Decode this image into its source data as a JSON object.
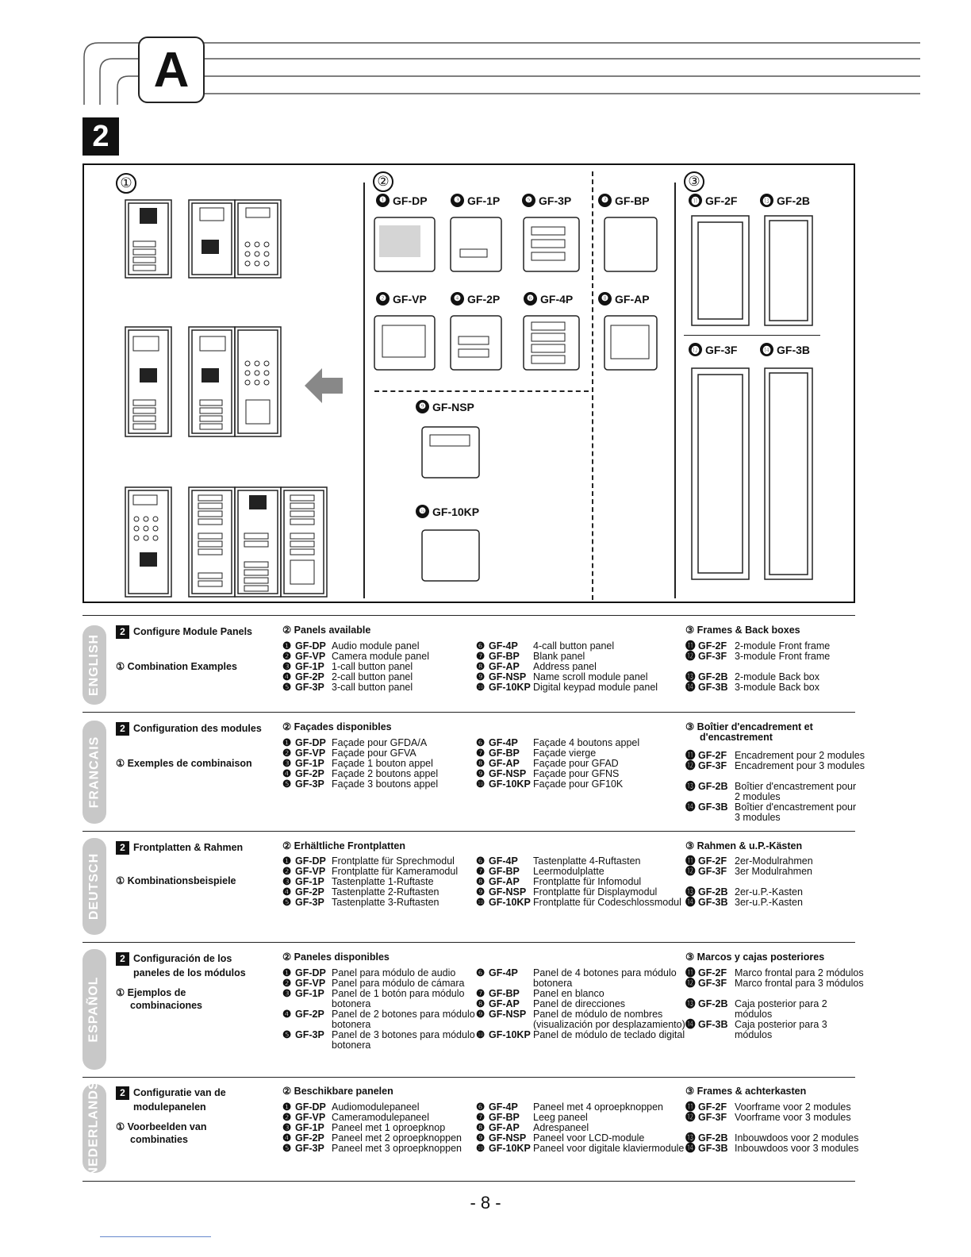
{
  "header": {
    "tab_letter": "A",
    "step": "2"
  },
  "figure": {
    "group1": "①",
    "group2": "②",
    "group3": "③",
    "panels": [
      {
        "n": "❶",
        "code": "GF-DP"
      },
      {
        "n": "❸",
        "code": "GF-1P"
      },
      {
        "n": "❺",
        "code": "GF-3P"
      },
      {
        "n": "❼",
        "code": "GF-BP"
      },
      {
        "n": "❷",
        "code": "GF-VP"
      },
      {
        "n": "❹",
        "code": "GF-2P"
      },
      {
        "n": "❻",
        "code": "GF-4P"
      },
      {
        "n": "❽",
        "code": "GF-AP"
      },
      {
        "n": "❾",
        "code": "GF-NSP"
      },
      {
        "n": "❿",
        "code": "GF-10KP"
      }
    ],
    "frames": [
      {
        "n": "⓫",
        "code": "GF-2F"
      },
      {
        "n": "⓭",
        "code": "GF-2B"
      },
      {
        "n": "⓬",
        "code": "GF-3F"
      },
      {
        "n": "⓮",
        "code": "GF-3B"
      }
    ]
  },
  "sections": [
    {
      "lang": "ENGLISH",
      "title": [
        "Configure Module Panels"
      ],
      "examples": [
        "① Combination Examples"
      ],
      "panels_head": "② Panels available",
      "col1": [
        [
          "❶",
          "GF-DP",
          "Audio module panel"
        ],
        [
          "❷",
          "GF-VP",
          "Camera module panel"
        ],
        [
          "❸",
          "GF-1P",
          "1-call button panel"
        ],
        [
          "❹",
          "GF-2P",
          "2-call button panel"
        ],
        [
          "❺",
          "GF-3P",
          "3-call button panel"
        ]
      ],
      "col2": [
        [
          "❻",
          "GF-4P",
          "4-call button panel"
        ],
        [
          "❼",
          "GF-BP",
          "Blank panel"
        ],
        [
          "❽",
          "GF-AP",
          "Address panel"
        ],
        [
          "❾",
          "GF-NSP",
          "Name scroll module panel"
        ],
        [
          "❿",
          "GF-10KP",
          "Digital keypad module panel"
        ]
      ],
      "frames_head": [
        "③ Frames & Back boxes"
      ],
      "col3a": [
        [
          "⓫",
          "GF-2F",
          "2-module Front frame"
        ],
        [
          "⓬",
          "GF-3F",
          "3-module Front frame"
        ]
      ],
      "col3b": [
        [
          "⓭",
          "GF-2B",
          "2-module Back box"
        ],
        [
          "⓮",
          "GF-3B",
          "3-module Back box"
        ]
      ]
    },
    {
      "lang": "FRANCAIS",
      "title": [
        "Configuration des modules"
      ],
      "examples": [
        "① Exemples de combinaison"
      ],
      "panels_head": "② Façades disponibles",
      "col1": [
        [
          "❶",
          "GF-DP",
          "Façade pour GFDA/A"
        ],
        [
          "❷",
          "GF-VP",
          "Façade pour GFVA"
        ],
        [
          "❸",
          "GF-1P",
          "Façade 1 bouton appel"
        ],
        [
          "❹",
          "GF-2P",
          "Façade 2 boutons appel"
        ],
        [
          "❺",
          "GF-3P",
          "Façade 3 boutons appel"
        ]
      ],
      "col2": [
        [
          "❻",
          "GF-4P",
          "Façade 4 boutons appel"
        ],
        [
          "❼",
          "GF-BP",
          "Façade vierge"
        ],
        [
          "❽",
          "GF-AP",
          "Façade pour GFAD"
        ],
        [
          "❾",
          "GF-NSP",
          "Façade pour GFNS"
        ],
        [
          "❿",
          "GF-10KP",
          "Façade pour GF10K"
        ]
      ],
      "frames_head": [
        "③ Boîtier d'encadrement et",
        "d'encastrement"
      ],
      "col3a": [
        [
          "⓫",
          "GF-2F",
          "Encadrement pour 2 modules"
        ],
        [
          "⓬",
          "GF-3F",
          "Encadrement pour 3 modules"
        ]
      ],
      "col3b": [
        [
          "⓭",
          "GF-2B",
          "Boîtier d'encastrement pour",
          "2 modules"
        ],
        [
          "⓮",
          "GF-3B",
          "Boîtier d'encastrement pour",
          "3 modules"
        ]
      ]
    },
    {
      "lang": "DEUTSCH",
      "title": [
        "Frontplatten & Rahmen"
      ],
      "examples": [
        "① Kombinationsbeispiele"
      ],
      "panels_head": "② Erhältliche Frontplatten",
      "col1": [
        [
          "❶",
          "GF-DP",
          "Frontplatte für Sprechmodul"
        ],
        [
          "❷",
          "GF-VP",
          "Frontplatte für Kameramodul"
        ],
        [
          "❸",
          "GF-1P",
          "Tastenplatte 1-Ruftaste"
        ],
        [
          "❹",
          "GF-2P",
          "Tastenplatte 2-Ruftasten"
        ],
        [
          "❺",
          "GF-3P",
          "Tastenplatte 3-Ruftasten"
        ]
      ],
      "col2": [
        [
          "❻",
          "GF-4P",
          "Tastenplatte 4-Ruftasten"
        ],
        [
          "❼",
          "GF-BP",
          "Leermodulplatte"
        ],
        [
          "❽",
          "GF-AP",
          "Frontplatte für Infomodul"
        ],
        [
          "❾",
          "GF-NSP",
          "Frontplatte für Displaymodul"
        ],
        [
          "❿",
          "GF-10KP",
          "Frontplatte für Codeschlossmodul"
        ]
      ],
      "frames_head": [
        "③ Rahmen & u.P.-Kästen"
      ],
      "col3a": [
        [
          "⓫",
          "GF-2F",
          "2er-Modulrahmen"
        ],
        [
          "⓬",
          "GF-3F",
          "3er Modulrahmen"
        ]
      ],
      "col3b": [
        [
          "⓭",
          "GF-2B",
          "2er-u.P.-Kasten"
        ],
        [
          "⓮",
          "GF-3B",
          "3er-u.P.-Kasten"
        ]
      ]
    },
    {
      "lang": "ESPAÑOL",
      "title": [
        "Configuración de los",
        "paneles de los módulos"
      ],
      "examples": [
        "① Ejemplos de",
        "combinaciones"
      ],
      "panels_head": "② Paneles disponibles",
      "col1": [
        [
          "❶",
          "GF-DP",
          "Panel para módulo de audio"
        ],
        [
          "❷",
          "GF-VP",
          "Panel para módulo de cámara"
        ],
        [
          "❸",
          "GF-1P",
          "Panel de 1 botón para módulo",
          "botonera"
        ],
        [
          "❹",
          "GF-2P",
          "Panel de 2 botones para módulo",
          "botonera"
        ],
        [
          "❺",
          "GF-3P",
          "Panel de 3 botones para módulo",
          "botonera"
        ]
      ],
      "col2": [
        [
          "❻",
          "GF-4P",
          "Panel de 4 botones para módulo",
          "botonera"
        ],
        [
          "❼",
          "GF-BP",
          "Panel en blanco"
        ],
        [
          "❽",
          "GF-AP",
          "Panel de direcciones"
        ],
        [
          "❾",
          "GF-NSP",
          "Panel de módulo de nombres",
          "(visualización por desplazamiento)"
        ],
        [
          "❿",
          "GF-10KP",
          "Panel de módulo de teclado digital"
        ]
      ],
      "frames_head": [
        "③ Marcos y cajas posteriores"
      ],
      "col3a": [
        [
          "⓫",
          "GF-2F",
          "Marco frontal para 2 módulos"
        ],
        [
          "⓬",
          "GF-3F",
          "Marco frontal para 3 módulos"
        ]
      ],
      "col3b": [
        [
          "⓭",
          "GF-2B",
          "Caja posterior para 2",
          "módulos"
        ],
        [
          "⓮",
          "GF-3B",
          "Caja posterior para 3",
          "módulos"
        ]
      ]
    },
    {
      "lang": "NEDERLANDS",
      "title": [
        "Configuratie van de",
        "modulepanelen"
      ],
      "examples": [
        "① Voorbeelden van",
        "combinaties"
      ],
      "panels_head": "② Beschikbare panelen",
      "col1": [
        [
          "❶",
          "GF-DP",
          "Audiomodulepaneel"
        ],
        [
          "❷",
          "GF-VP",
          "Cameramodulepaneel"
        ],
        [
          "❸",
          "GF-1P",
          "Paneel met 1 oproepknop"
        ],
        [
          "❹",
          "GF-2P",
          "Paneel met 2 oproepknoppen"
        ],
        [
          "❺",
          "GF-3P",
          "Paneel met 3 oproepknoppen"
        ]
      ],
      "col2": [
        [
          "❻",
          "GF-4P",
          "Paneel met 4 oproepknoppen"
        ],
        [
          "❼",
          "GF-BP",
          "Leeg paneel"
        ],
        [
          "❽",
          "GF-AP",
          "Adrespaneel"
        ],
        [
          "❾",
          "GF-NSP",
          "Paneel voor LCD-module"
        ],
        [
          "❿",
          "GF-10KP",
          "Paneel voor digitale klaviermodule"
        ]
      ],
      "frames_head": [
        "③ Frames & achterkasten"
      ],
      "col3a": [
        [
          "⓫",
          "GF-2F",
          "Voorframe voor 2 modules"
        ],
        [
          "⓬",
          "GF-3F",
          "Voorframe voor 3 modules"
        ]
      ],
      "col3b": [
        [
          "⓭",
          "GF-2B",
          "Inbouwdoos voor 2 modules"
        ],
        [
          "⓮",
          "GF-3B",
          "Inbouwdoos voor 3 modules"
        ]
      ]
    }
  ],
  "page_number": "- 8 -"
}
